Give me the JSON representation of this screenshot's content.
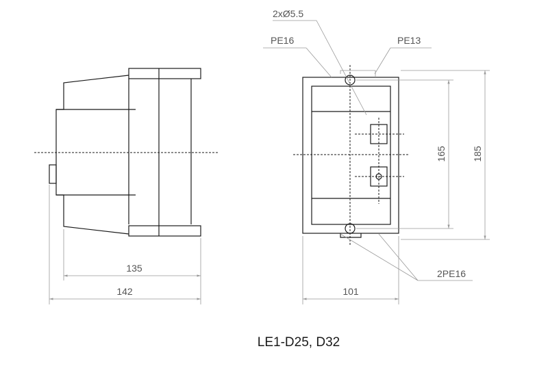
{
  "title": "LE1-D25, D32",
  "callouts": {
    "holes": "2xØ5.5",
    "pe16": "PE16",
    "pe13": "PE13",
    "pe16_pair": "2PE16"
  },
  "dimensions": {
    "side_depth_inner": "135",
    "side_depth_outer": "142",
    "front_width": "101",
    "hole_spacing": "165",
    "front_height": "185"
  }
}
